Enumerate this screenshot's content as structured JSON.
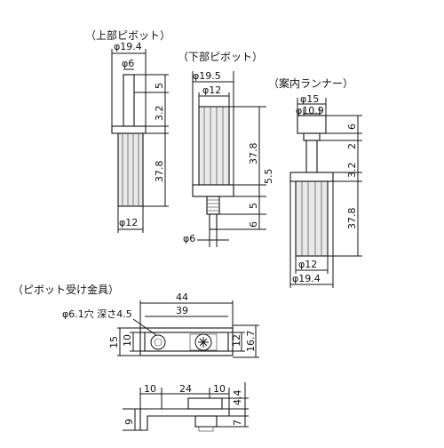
{
  "titles": {
    "upper_pivot": "（上部ピボット）",
    "lower_pivot": "（下部ピボット）",
    "guide_runner": "（案内ランナー）",
    "pivot_bracket": "（ピボット受け金具）"
  },
  "upper_pivot": {
    "d_head": "φ19.4",
    "d_pin": "φ6",
    "h_pin": "5",
    "h_collar": "3.2",
    "h_body": "37.8",
    "d_body": "φ12"
  },
  "lower_pivot": {
    "d_head": "φ19.5",
    "d_body": "φ12",
    "h_body": "37.8",
    "h_collar": "5.5",
    "h_stem": "5",
    "h_pin": "6",
    "d_pin": "φ6"
  },
  "guide_runner": {
    "d_top": "φ15",
    "d_pin": "φ10.9",
    "h_top": "6",
    "h_gap": "2",
    "h_collar": "3.2",
    "h_body": "37.8",
    "d_body": "φ12",
    "d_collar": "φ19.4"
  },
  "bracket": {
    "w_total": "44",
    "w_holes": "39",
    "hole_note": "φ6.1穴 深さ4.5",
    "h_outer": "15",
    "h_inner": "10",
    "h_right_inner": "12",
    "h_right_outer": "16.7",
    "seg_left": "10",
    "seg_mid": "24",
    "seg_right": "10",
    "h_plate": "4.4",
    "h_lower": "7",
    "h_side": "9"
  }
}
